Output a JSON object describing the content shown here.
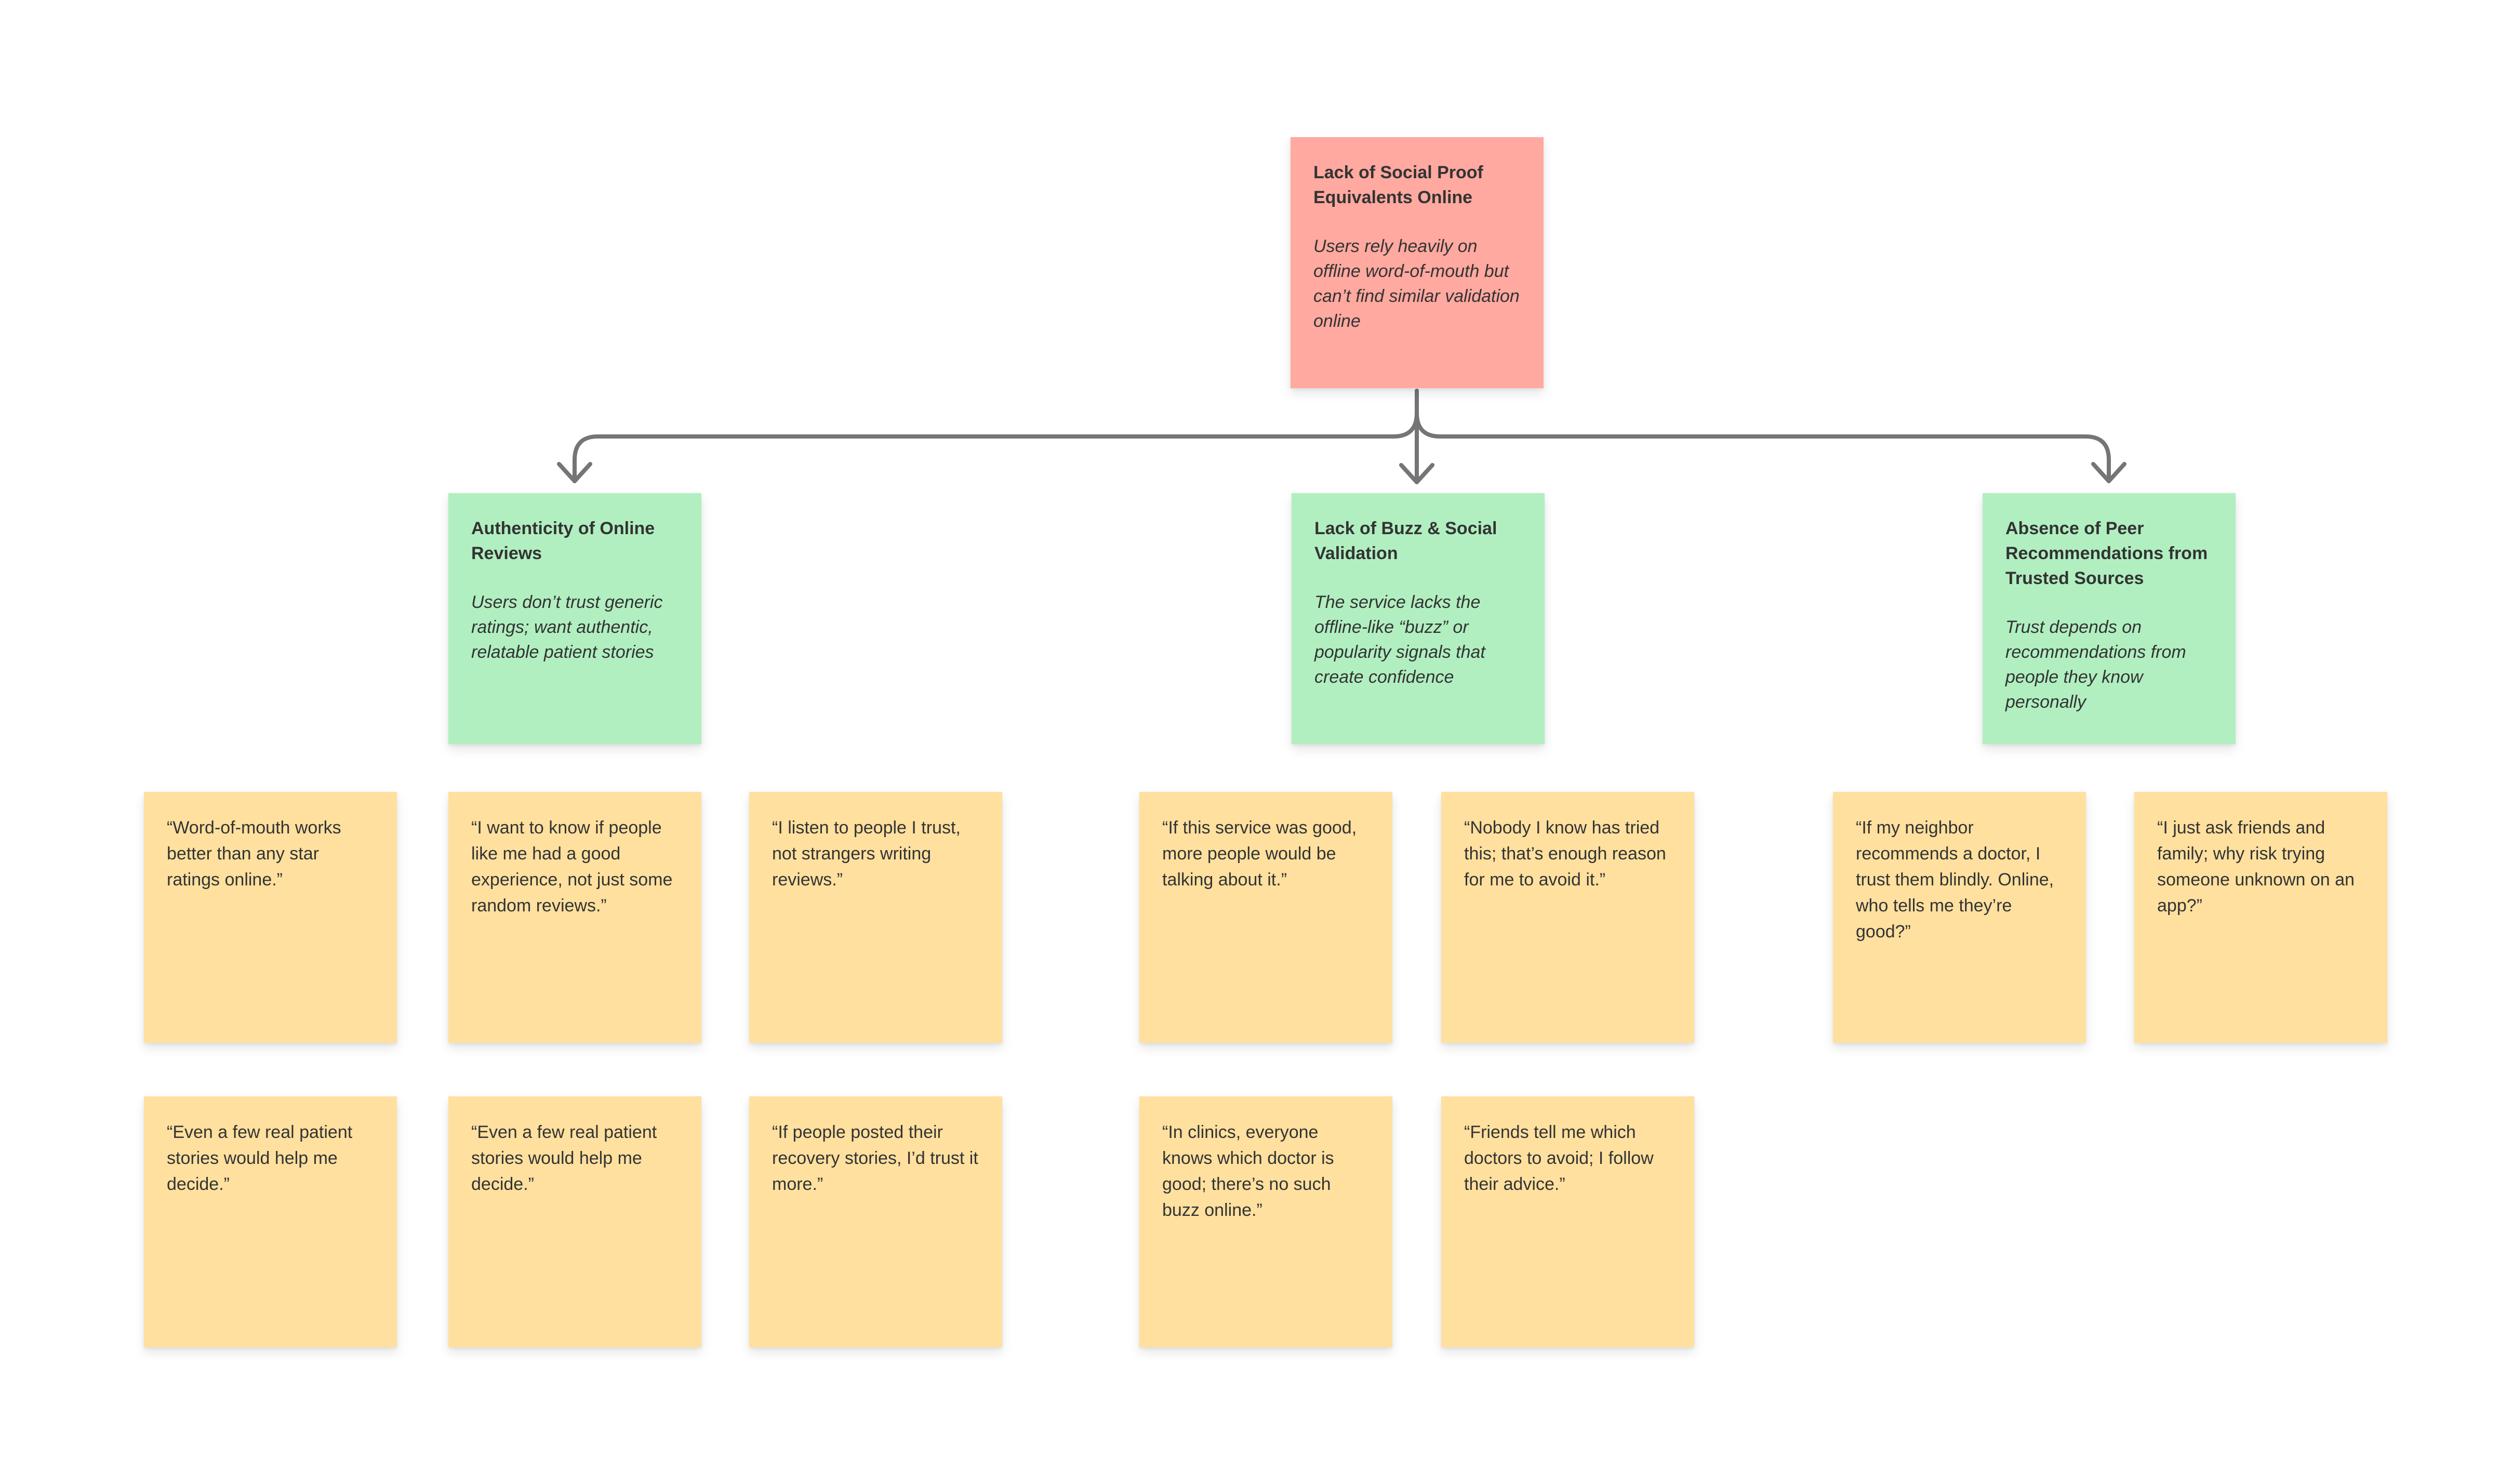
{
  "colors": {
    "canvas": "#ffffff",
    "root_note": "#ffa9a0",
    "theme_note": "#b1efc0",
    "quote_note": "#ffe09f",
    "connector": "#757575",
    "text": "#333333"
  },
  "root": {
    "title": "Lack of Social Proof Equivalents Online",
    "body": "Users rely heavily on offline word-of-mouth but can’t find similar validation online"
  },
  "themes": [
    {
      "title": "Authenticity of Online Reviews",
      "body": "Users don’t trust generic ratings; want authentic, relatable patient stories"
    },
    {
      "title": "Lack of Buzz & Social Validation",
      "body": "The service lacks the offline-like “buzz” or popularity signals that create confidence"
    },
    {
      "title": "Absence of Peer Recommendations from Trusted Sources",
      "body": "Trust depends on recommendations from people they know personally"
    }
  ],
  "quotes_row1": [
    {
      "text": "“Word-of-mouth works better than any star ratings online.”"
    },
    {
      "text": "“I want to know if people like me had a good experience, not just some random reviews.”"
    },
    {
      "text": "“I listen to people I trust, not strangers writing reviews.”"
    },
    {
      "text": "“If this service was good, more people would be talking about it.”"
    },
    {
      "text": "“Nobody I know has tried this; that’s enough reason for me to avoid it.”"
    },
    {
      "text": "“If my neighbor recommends a doctor, I trust them blindly. Online, who tells me they’re good?”"
    },
    {
      "text": "“I just ask friends and family; why risk trying someone unknown on an app?”"
    }
  ],
  "quotes_row2": [
    {
      "text": "“Even a few real patient stories would help me decide.”"
    },
    {
      "text": "“Even a few real patient stories would help me decide.”"
    },
    {
      "text": "“If people posted their recovery stories, I’d trust it more.”"
    },
    {
      "text": "“In clinics, everyone knows which doctor is good; there’s no such buzz online.”"
    },
    {
      "text": "“Friends tell me which doctors to avoid; I follow their advice.”"
    }
  ]
}
